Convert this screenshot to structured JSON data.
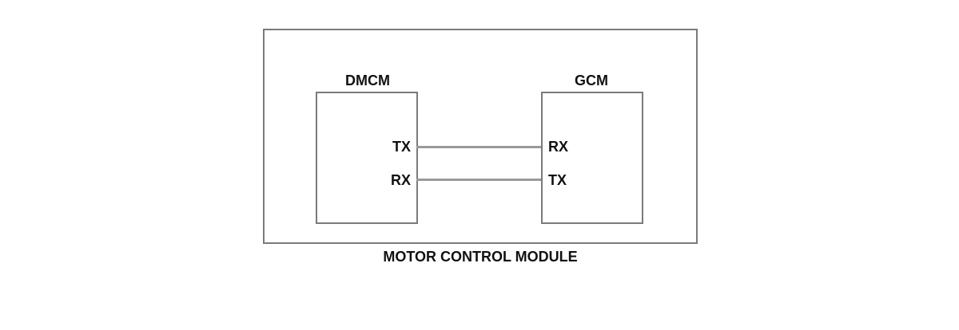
{
  "diagram": {
    "container_label": "MOTOR CONTROL MODULE",
    "modules": [
      {
        "title": "DMCM",
        "pins": [
          "TX",
          "RX"
        ]
      },
      {
        "title": "GCM",
        "pins": [
          "RX",
          "TX"
        ]
      }
    ],
    "connections": [
      {
        "from": "DMCM TX",
        "to": "GCM RX"
      },
      {
        "from": "DMCM RX",
        "to": "GCM TX"
      }
    ],
    "colors": {
      "border": "#7a7a7a",
      "wire": "#9a9a9a",
      "text": "#111111"
    }
  }
}
